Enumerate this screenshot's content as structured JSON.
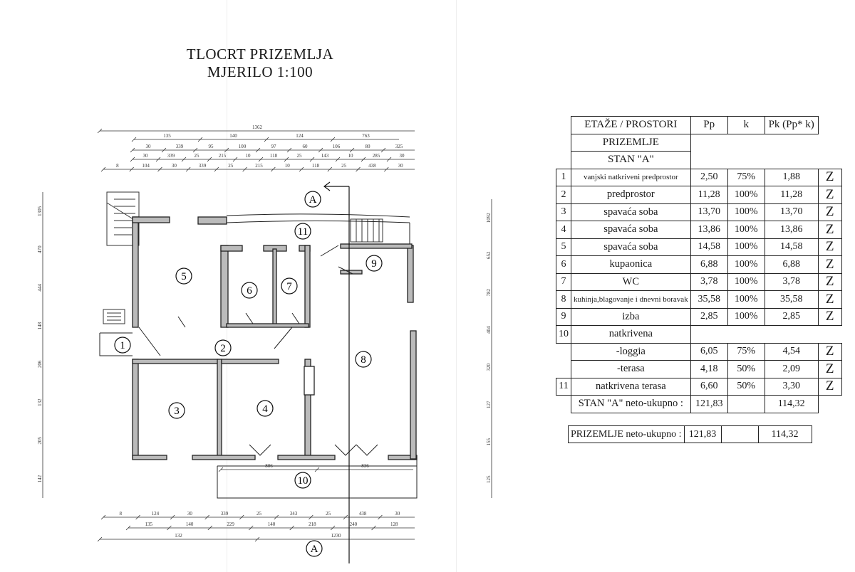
{
  "title": {
    "line1": "TLOCRT PRIZEMLJA",
    "line2": "MJERILO 1:100"
  },
  "plan": {
    "rooms": [
      "1",
      "2",
      "3",
      "4",
      "5",
      "6",
      "7",
      "8",
      "9",
      "10",
      "11"
    ],
    "section_label": "A",
    "dims": {
      "top1": [
        "1362"
      ],
      "top2": [
        "135",
        "140",
        "124",
        "763"
      ],
      "top3": [
        "30",
        "339",
        "95",
        "100",
        "97",
        "60",
        "106",
        "80",
        "325"
      ],
      "top4": [
        "30",
        "339",
        "25",
        "215",
        "10",
        "118",
        "25",
        "143",
        "10",
        "285",
        "30"
      ],
      "top5": [
        "8",
        "104",
        "30",
        "339",
        "25",
        "215",
        "10",
        "118",
        "25",
        "438",
        "30"
      ],
      "bottom1": [
        "8",
        "124",
        "30",
        "339",
        "25",
        "343",
        "25",
        "438",
        "30"
      ],
      "bottom2": [
        "135",
        "140",
        "229",
        "140",
        "218",
        "240",
        "128"
      ],
      "bottom3": [
        "132",
        "1230"
      ],
      "terrace": [
        "806",
        "836"
      ],
      "left": [
        "1305",
        "470",
        "444",
        "148",
        "206",
        "132",
        "205",
        "142"
      ],
      "right": [
        "1092",
        "652",
        "782",
        "404",
        "320",
        "127",
        "155",
        "125"
      ]
    }
  },
  "table": {
    "headers": {
      "name": "ETAŽE / PROSTORI",
      "pp": "Pp",
      "k": "k",
      "pk": "Pk (Pp* k)"
    },
    "floor": "PRIZEMLJE",
    "unit": "STAN \"A\"",
    "rows": [
      {
        "num": "1",
        "name": "vanjski natkriveni predprostor",
        "pp": "2,50",
        "k": "75%",
        "pk": "1,88",
        "z": "Z"
      },
      {
        "num": "2",
        "name": "predprostor",
        "pp": "11,28",
        "k": "100%",
        "pk": "11,28",
        "z": "Z"
      },
      {
        "num": "3",
        "name": "spavaća soba",
        "pp": "13,70",
        "k": "100%",
        "pk": "13,70",
        "z": "Z"
      },
      {
        "num": "4",
        "name": "spavaća soba",
        "pp": "13,86",
        "k": "100%",
        "pk": "13,86",
        "z": "Z"
      },
      {
        "num": "5",
        "name": "spavaća soba",
        "pp": "14,58",
        "k": "100%",
        "pk": "14,58",
        "z": "Z"
      },
      {
        "num": "6",
        "name": "kupaonica",
        "pp": "6,88",
        "k": "100%",
        "pk": "6,88",
        "z": "Z"
      },
      {
        "num": "7",
        "name": "WC",
        "pp": "3,78",
        "k": "100%",
        "pk": "3,78",
        "z": "Z"
      },
      {
        "num": "8",
        "name": "kuhinja,blagovanje i dnevni boravak",
        "pp": "35,58",
        "k": "100%",
        "pk": "35,58",
        "z": "Z"
      },
      {
        "num": "9",
        "name": "izba",
        "pp": "2,85",
        "k": "100%",
        "pk": "2,85",
        "z": "Z"
      },
      {
        "num": "10",
        "name": "natkrivena",
        "pp": "",
        "k": "",
        "pk": "",
        "z": ""
      },
      {
        "num": "",
        "name": "-loggia",
        "pp": "6,05",
        "k": "75%",
        "pk": "4,54",
        "z": "Z"
      },
      {
        "num": "",
        "name": "-terasa",
        "pp": "4,18",
        "k": "50%",
        "pk": "2,09",
        "z": "Z"
      },
      {
        "num": "11",
        "name": "natkrivena terasa",
        "pp": "6,60",
        "k": "50%",
        "pk": "3,30",
        "z": "Z"
      }
    ],
    "unit_total": {
      "label": "STAN \"A\" neto-ukupno :",
      "pp": "121,83",
      "pk": "114,32"
    },
    "floor_total": {
      "label": "PRIZEMLJE neto-ukupno :",
      "pp": "121,83",
      "pk": "114,32"
    }
  }
}
